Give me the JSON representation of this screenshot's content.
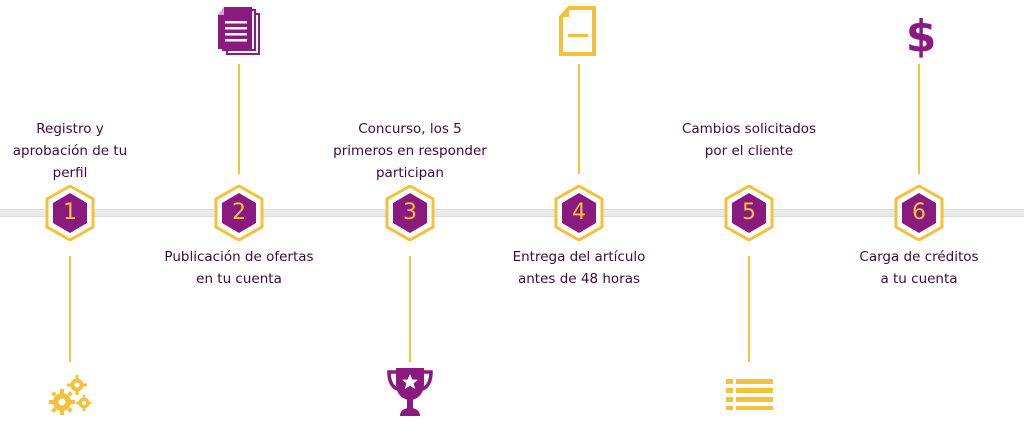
{
  "colors": {
    "purple": "#8a1a7f",
    "yellow": "#f4c13b",
    "text": "#3d0b35",
    "track": "#e9e9ec"
  },
  "steps": [
    {
      "number": "1",
      "label": "Registro y aprobación de tu perfil",
      "icon": "gears-icon"
    },
    {
      "number": "2",
      "label": "Publicación de ofertas en tu cuenta",
      "icon": "documents-icon"
    },
    {
      "number": "3",
      "label": "Concurso, los 5 primeros en responder participan",
      "icon": "trophy-icon"
    },
    {
      "number": "4",
      "label": "Entrega del artículo antes de 48 horas",
      "icon": "document-icon"
    },
    {
      "number": "5",
      "label": "Cambios solicitados por el cliente",
      "icon": "list-icon"
    },
    {
      "number": "6",
      "label": "Carga de créditos a tu cuenta",
      "icon": "dollar-icon"
    }
  ],
  "icons": {
    "dollar_glyph": "$"
  }
}
